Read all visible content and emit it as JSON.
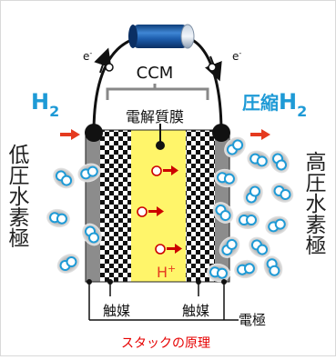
{
  "title": "CCM",
  "electron_left": "e",
  "electron_right": "e",
  "electron_sup": "-",
  "h2_left_main": "H",
  "h2_left_sub": "2",
  "h2_right_prefix": "圧縮",
  "h2_right_main": "H",
  "h2_right_sub": "2",
  "membrane_label": "電解質膜",
  "proton_label": "H",
  "proton_sup": "+",
  "left_side_label": "低圧水素極",
  "right_side_label": "高圧水素極",
  "catalyst_left": "触媒",
  "catalyst_right": "触媒",
  "electrode_label": "電極",
  "caption": "スタックの原理",
  "colors": {
    "accent_blue": "#1e9ad6",
    "accent_red": "#e53a1f",
    "membrane_yellow": "#fff56a",
    "caption_red": "#e60000",
    "electrode_gray": "#8c8c8c"
  }
}
